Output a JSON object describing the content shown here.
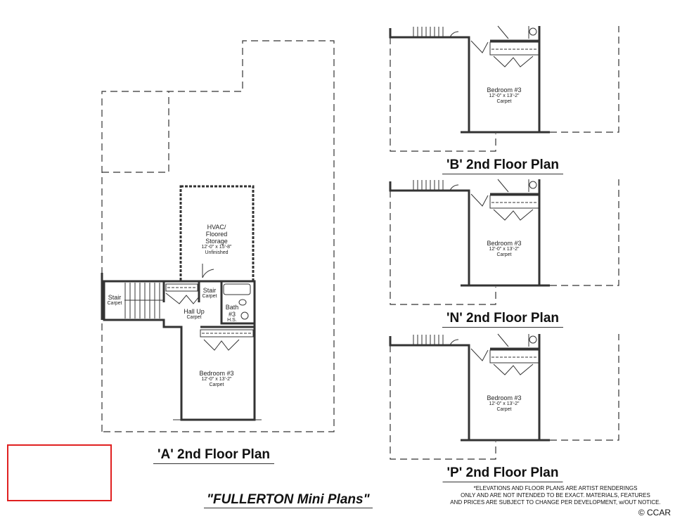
{
  "plan_a": {
    "title": "'A' 2nd Floor Plan",
    "rooms": {
      "hvac": {
        "name1": "HVAC/",
        "name2": "Floored",
        "name3": "Storage",
        "size": "12'-0\" x 15'-8\"",
        "finish": "Unfinished"
      },
      "stair": {
        "name": "Stair",
        "finish": "Carpet"
      },
      "stair_small": {
        "name": "Stair",
        "finish": "Carpet"
      },
      "hall": {
        "name": "Hall Up",
        "finish": "Carpet"
      },
      "bath": {
        "name1": "Bath",
        "name2": "#3",
        "finish": "H.S."
      },
      "bedroom": {
        "name": "Bedroom #3",
        "size": "12'-0\" x 13'-2\"",
        "finish": "Carpet"
      }
    }
  },
  "plan_b": {
    "title": "'B' 2nd Floor Plan",
    "bedroom": {
      "name": "Bedroom #3",
      "size": "12'-0\" x 13'-2\"",
      "finish": "Carpet"
    }
  },
  "plan_n": {
    "title": "'N' 2nd Floor Plan",
    "bedroom": {
      "name": "Bedroom #3",
      "size": "12'-0\" x 13'-2\"",
      "finish": "Carpet"
    }
  },
  "plan_p": {
    "title": "'P' 2nd Floor Plan",
    "bedroom": {
      "name": "Bedroom #3",
      "size": "12'-0\" x 13'-2\"",
      "finish": "Carpet"
    }
  },
  "main_title": "\"FULLERTON Mini Plans\"",
  "disclaimer": [
    "*ELEVATIONS AND FLOOR PLANS ARE ARTIST RENDERINGS",
    "ONLY AND ARE NOT INTENDED TO BE EXACT.  MATERIALS, FEATURES",
    "AND PRICES ARE SUBJECT TO CHANGE PER DEVELOPMENT, w/OUT NOTICE."
  ],
  "copyright": "© CCAR",
  "colors": {
    "highlight": "#e02020",
    "line": "#333333"
  }
}
